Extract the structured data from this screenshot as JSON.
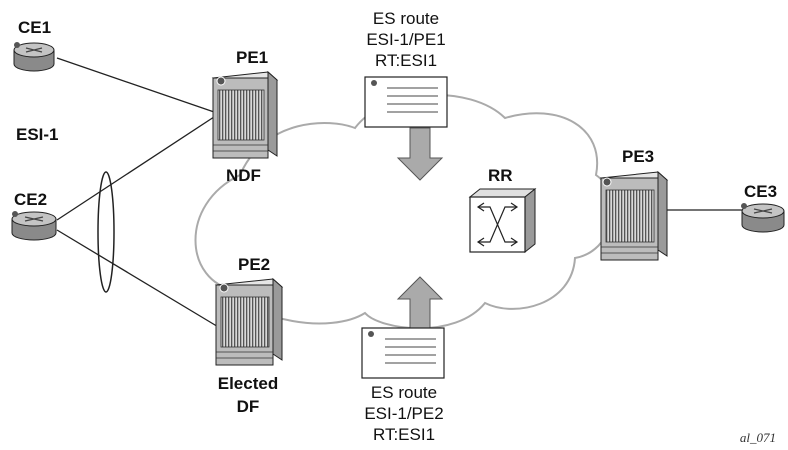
{
  "nodes": {
    "ce1": "CE1",
    "ce2": "CE2",
    "ce3": "CE3",
    "pe1": "PE1",
    "pe2": "PE2",
    "pe3": "PE3",
    "rr": "RR"
  },
  "esi_label": "ESI-1",
  "roles": {
    "pe1_role": "NDF",
    "pe2_role_line1": "Elected",
    "pe2_role_line2": "DF"
  },
  "routes": {
    "top": {
      "line1": "ES route",
      "line2": "ESI-1/PE1",
      "line3": "RT:ESI1"
    },
    "bottom": {
      "line1": "ES route",
      "line2": "ESI-1/PE2",
      "line3": "RT:ESI1"
    }
  },
  "figure_id": "al_071",
  "colors": {
    "cloud_stroke": "#aaaaaa",
    "arrow_fill": "#aaaaaa",
    "router_body": "#bcbcbc",
    "line": "#222222"
  }
}
